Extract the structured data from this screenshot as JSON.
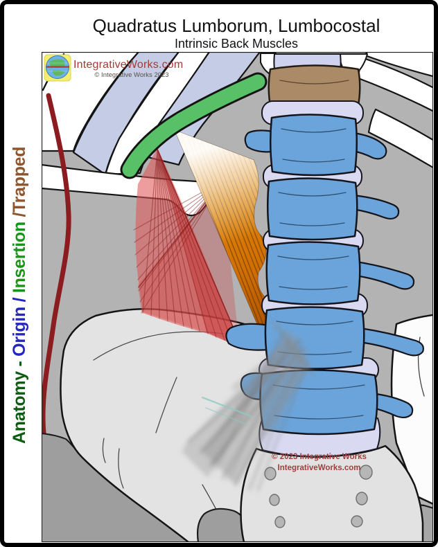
{
  "header": {
    "title": "Quadratus Lumborum, Lumbocostal",
    "subtitle": "Intrinsic Back Muscles"
  },
  "side_label": {
    "full_text": "Anatomy - Origin / Insertion /Trapped",
    "segments": [
      {
        "text": "Anatomy - ",
        "color": "#0e5c12"
      },
      {
        "text": "Origin / ",
        "color": "#2525c4"
      },
      {
        "text": "Insertion ",
        "color": "#189418"
      },
      {
        "text": "/Trapped",
        "color": "#8e562e"
      }
    ]
  },
  "watermark_top": {
    "brand": "IntegrativeWorks.com",
    "brand_color": "#a23b35",
    "copyright": "© Integrative Works 2023",
    "copyright_color": "#55514a",
    "logo_icon": "globe-logo-icon"
  },
  "watermark_bottom": {
    "line1": "© 2023 Integrative Works",
    "line2": "IntegrativeWorks.com",
    "color": "#9c4040"
  },
  "illustration": {
    "description": "Posterior view of lower rib cage, lumbar spine and pelvis showing the lumbocostal fibers of quadratus lumborum; muscle attachment region near sacrum is blurred",
    "background_color": "#b3b3b3",
    "structures": [
      {
        "name": "twelfth-rib-highlight",
        "color": "#58c167"
      },
      {
        "name": "lumbocostal-muscle-fibers",
        "color": "#d97a06"
      },
      {
        "name": "quadratus-lumborum-muscle",
        "color": "#d95353"
      },
      {
        "name": "thoracic-vertebra-t12",
        "color": "#ab8a68"
      },
      {
        "name": "lumbar-vertebrae",
        "color": "#6ba4da"
      },
      {
        "name": "intervertebral-discs",
        "color": "#d9daf2"
      },
      {
        "name": "rib-cage",
        "colors": [
          "#ffffff",
          "#c4cce6"
        ]
      },
      {
        "name": "pelvis-ilium",
        "color": "#e3e3e3"
      },
      {
        "name": "sacrum",
        "color": "#e2e2e2"
      },
      {
        "name": "body-contour-line",
        "color": "#8b1c20"
      },
      {
        "name": "blur-trapped-region",
        "color": "#8a8a8a"
      }
    ]
  }
}
